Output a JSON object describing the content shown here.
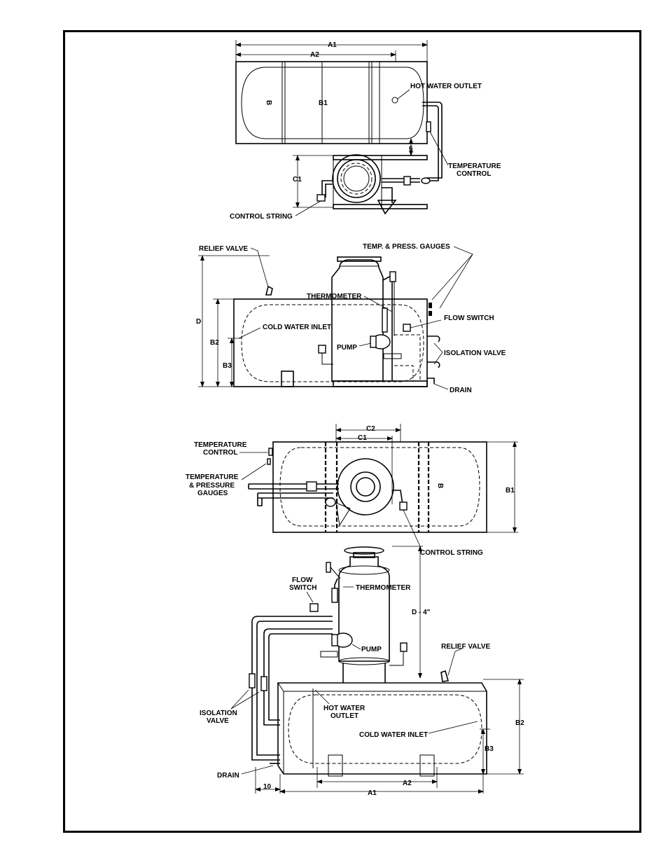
{
  "view1": {
    "dim_a1": "A1",
    "dim_a2": "A2",
    "dim_b1": "B1",
    "dim_c1": "C1",
    "dim_6": "6",
    "hot_water_outlet": "HOT WATER OUTLET",
    "temperature_control_1": "TEMPERATURE",
    "temperature_control_2": "CONTROL",
    "control_string": "CONTROL STRING"
  },
  "view2": {
    "relief_valve": "RELIEF VALVE",
    "temp_press_gauges": "TEMP. & PRESS. GAUGES",
    "thermometer": "THERMOMETER",
    "flow_switch": "FLOW SWITCH",
    "cold_water_inlet": "COLD WATER INLET",
    "pump": "PUMP",
    "isolation_valve": "ISOLATION VALVE",
    "drain": "DRAIN",
    "dim_d": "D",
    "dim_b2": "B2",
    "dim_b3": "B3"
  },
  "view3": {
    "dim_c2": "C2",
    "dim_c1": "C1",
    "dim_b1": "B1",
    "temperature_control_1": "TEMPERATURE",
    "temperature_control_2": "CONTROL",
    "tp_gauges_1": "TEMPERATURE",
    "tp_gauges_2": "& PRESSURE",
    "tp_gauges_3": "GAUGES",
    "control_string": "CONTROL STRING"
  },
  "view4": {
    "flow_switch_1": "FLOW",
    "flow_switch_2": "SWITCH",
    "thermometer": "THERMOMETER",
    "dim_d4": "D - 4\"",
    "pump": "PUMP",
    "relief_valve": "RELIEF VALVE",
    "isolation_valve_1": "ISOLATION",
    "isolation_valve_2": "VALVE",
    "hot_water_outlet_1": "HOT WATER",
    "hot_water_outlet_2": "OUTLET",
    "cold_water_inlet": "COLD WATER INLET",
    "dim_b2": "B2",
    "dim_b3": "B3",
    "drain": "DRAIN",
    "dim_10": "10",
    "dim_a2": "A2",
    "dim_a1": "A1"
  }
}
